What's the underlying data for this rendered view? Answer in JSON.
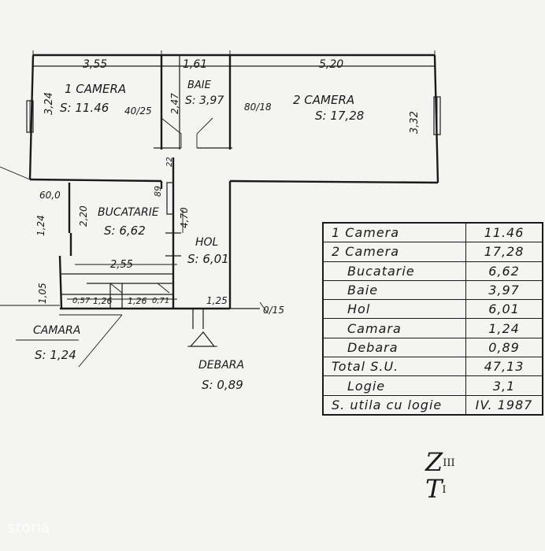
{
  "rooms": {
    "camera1": {
      "name": "1 CAMERA",
      "area": "S: 11.46"
    },
    "baie": {
      "name": "BAIE",
      "area": "S: 3,97"
    },
    "camera2": {
      "name": "2 CAMERA",
      "area": "S: 17,28"
    },
    "bucatarie": {
      "name": "BUCATARIE",
      "area": "S: 6,62"
    },
    "hol": {
      "name": "HOL",
      "area": "S: 6,01"
    },
    "camara": {
      "name": "CAMARA",
      "area": "S: 1,24"
    },
    "debara": {
      "name": "DEBARA",
      "area": "S: 0,89"
    }
  },
  "dimensions": {
    "top_1": "3,55",
    "top_2": "1,61",
    "top_3": "5,20",
    "left_height": "3,24",
    "right_height": "3,32",
    "baie_height": "2,47",
    "door_1": "40/25",
    "door_2": "80/18",
    "d_22": "22",
    "d_60": "60,0",
    "d_89": "89",
    "kitchen_h": "2,20",
    "hol_h": "4,70",
    "outer_h": "1,24",
    "d_255": "2,55",
    "d_105": "1,05",
    "d_057": "0,57",
    "d_126a": "1,26",
    "d_126b": "1,26",
    "d_071": "0,71",
    "d_125": "1,25",
    "d_015": "0/15"
  },
  "area_table": [
    {
      "label": "1 Camera",
      "value": "11.46",
      "indent": false
    },
    {
      "label": "2 Camera",
      "value": "17,28",
      "indent": false
    },
    {
      "label": "Bucatarie",
      "value": "6,62",
      "indent": true
    },
    {
      "label": "Baie",
      "value": "3,97",
      "indent": true
    },
    {
      "label": "Hol",
      "value": "6,01",
      "indent": true
    },
    {
      "label": "Camara",
      "value": "1,24",
      "indent": true
    },
    {
      "label": "Debara",
      "value": "0,89",
      "indent": true
    },
    {
      "label": "Total S.U.",
      "value": "47,13",
      "indent": false
    },
    {
      "label": "Logie",
      "value": "3,1",
      "indent": true
    },
    {
      "label": "S. utila cu logie",
      "value": "IV. 1987",
      "indent": false
    }
  ],
  "floor_mark": {
    "letter": "Z",
    "sup": "III",
    "letter2": "T",
    "sup2": "I"
  },
  "watermark": "storia"
}
